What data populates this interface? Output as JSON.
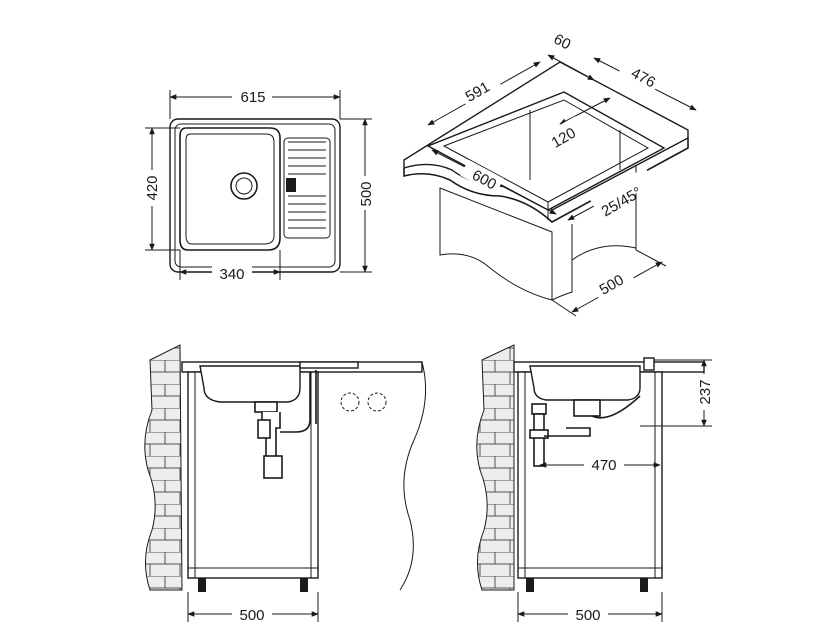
{
  "top_view": {
    "width_label": "615",
    "depth_label": "500",
    "bowl_depth_label": "420",
    "bowl_width_label": "340"
  },
  "iso_view": {
    "drainer_offset_label": "60",
    "bowl_length_label": "591",
    "inner_depth_label": "476",
    "drainer_width_label": "120",
    "front_length_label": "600",
    "angle_label": "25/45°",
    "cabinet_depth_label": "500"
  },
  "front_left_view": {
    "cabinet_width_label": "500"
  },
  "front_right_view": {
    "cabinet_width_label": "500",
    "drain_distance_label": "470",
    "bowl_height_label": "237"
  }
}
